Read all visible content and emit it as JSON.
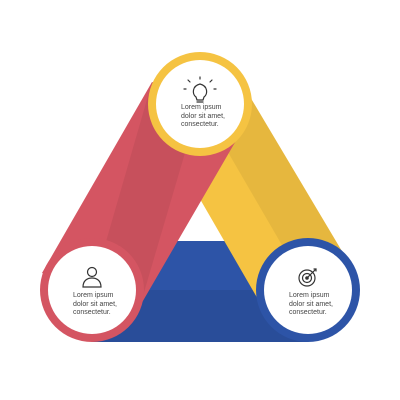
{
  "diagram": {
    "colors": {
      "red": "#d45562",
      "yellow": "#f5c342",
      "blue": "#2d54a7",
      "circle_fill": "#ffffff",
      "icon_stroke": "#333333",
      "text": "#444444"
    },
    "nodes": [
      {
        "id": "top",
        "icon": "lightbulb-icon",
        "color": "yellow",
        "text": "Lorem ipsum\ndolor sit amet,\nconsectetur."
      },
      {
        "id": "left",
        "icon": "user-icon",
        "color": "red",
        "text": "Lorem ipsum\ndolor sit amet,\nconsectetur."
      },
      {
        "id": "right",
        "icon": "target-icon",
        "color": "blue",
        "text": "Lorem ipsum\ndolor sit amet,\nconsectetur."
      }
    ]
  }
}
